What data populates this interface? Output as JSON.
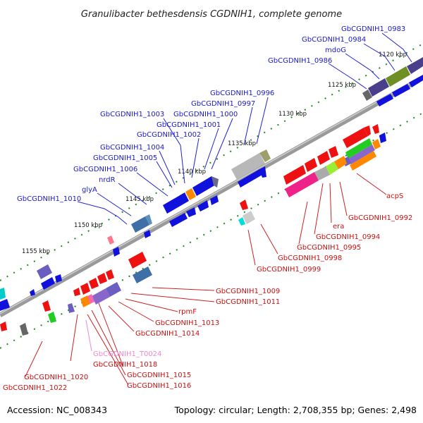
{
  "title": "Granulibacter bethesdensis CGDNIH1, complete genome",
  "footer": {
    "accession": "Accession: NC_008343",
    "summary": "Topology: circular; Length: 2,708,355 bp; Genes: 2,498"
  },
  "kbp_ticks": [
    "1120 kbp",
    "1125 kbp",
    "1130 kbp",
    "1135 kbp",
    "1140 kbp",
    "1145 kbp",
    "1150 kbp",
    "1155 kbp"
  ],
  "colors": {
    "forward_label": "#1a1acc",
    "reverse_label": "#cc1111",
    "trna_label": "#ee88cc",
    "backbone": "#888888",
    "tick_green": "#228822"
  },
  "forward_labels": [
    "GbCGDNIH1_0983",
    "GbCGDNIH1_0984",
    "mdoG",
    "GbCGDNIH1_0986",
    "GbCGDNIH1_0996",
    "GbCGDNIH1_0997",
    "GbCGDNIH1_1003",
    "GbCGDNIH1_1000",
    "GbCGDNIH1_1001",
    "GbCGDNIH1_1002",
    "GbCGDNIH1_1004",
    "GbCGDNIH1_1005",
    "GbCGDNIH1_1006",
    "nrdR",
    "glyA",
    "GbCGDNIH1_1010"
  ],
  "reverse_labels": [
    "acpS",
    "GbCGDNIH1_0992",
    "era",
    "GbCGDNIH1_0994",
    "GbCGDNIH1_0995",
    "GbCGDNIH1_0998",
    "GbCGDNIH1_0999",
    "GbCGDNIH1_1009",
    "GbCGDNIH1_1011",
    "rpmF",
    "GbCGDNIH1_1013",
    "GbCGDNIH1_1014",
    "GbCGDNIH1_T0024",
    "GbCGDNIH1_1018",
    "GbCGDNIH1_1015",
    "GbCGDNIH1_1016",
    "GbCGDNIH1_1020",
    "GbCGDNIH1_1022"
  ]
}
